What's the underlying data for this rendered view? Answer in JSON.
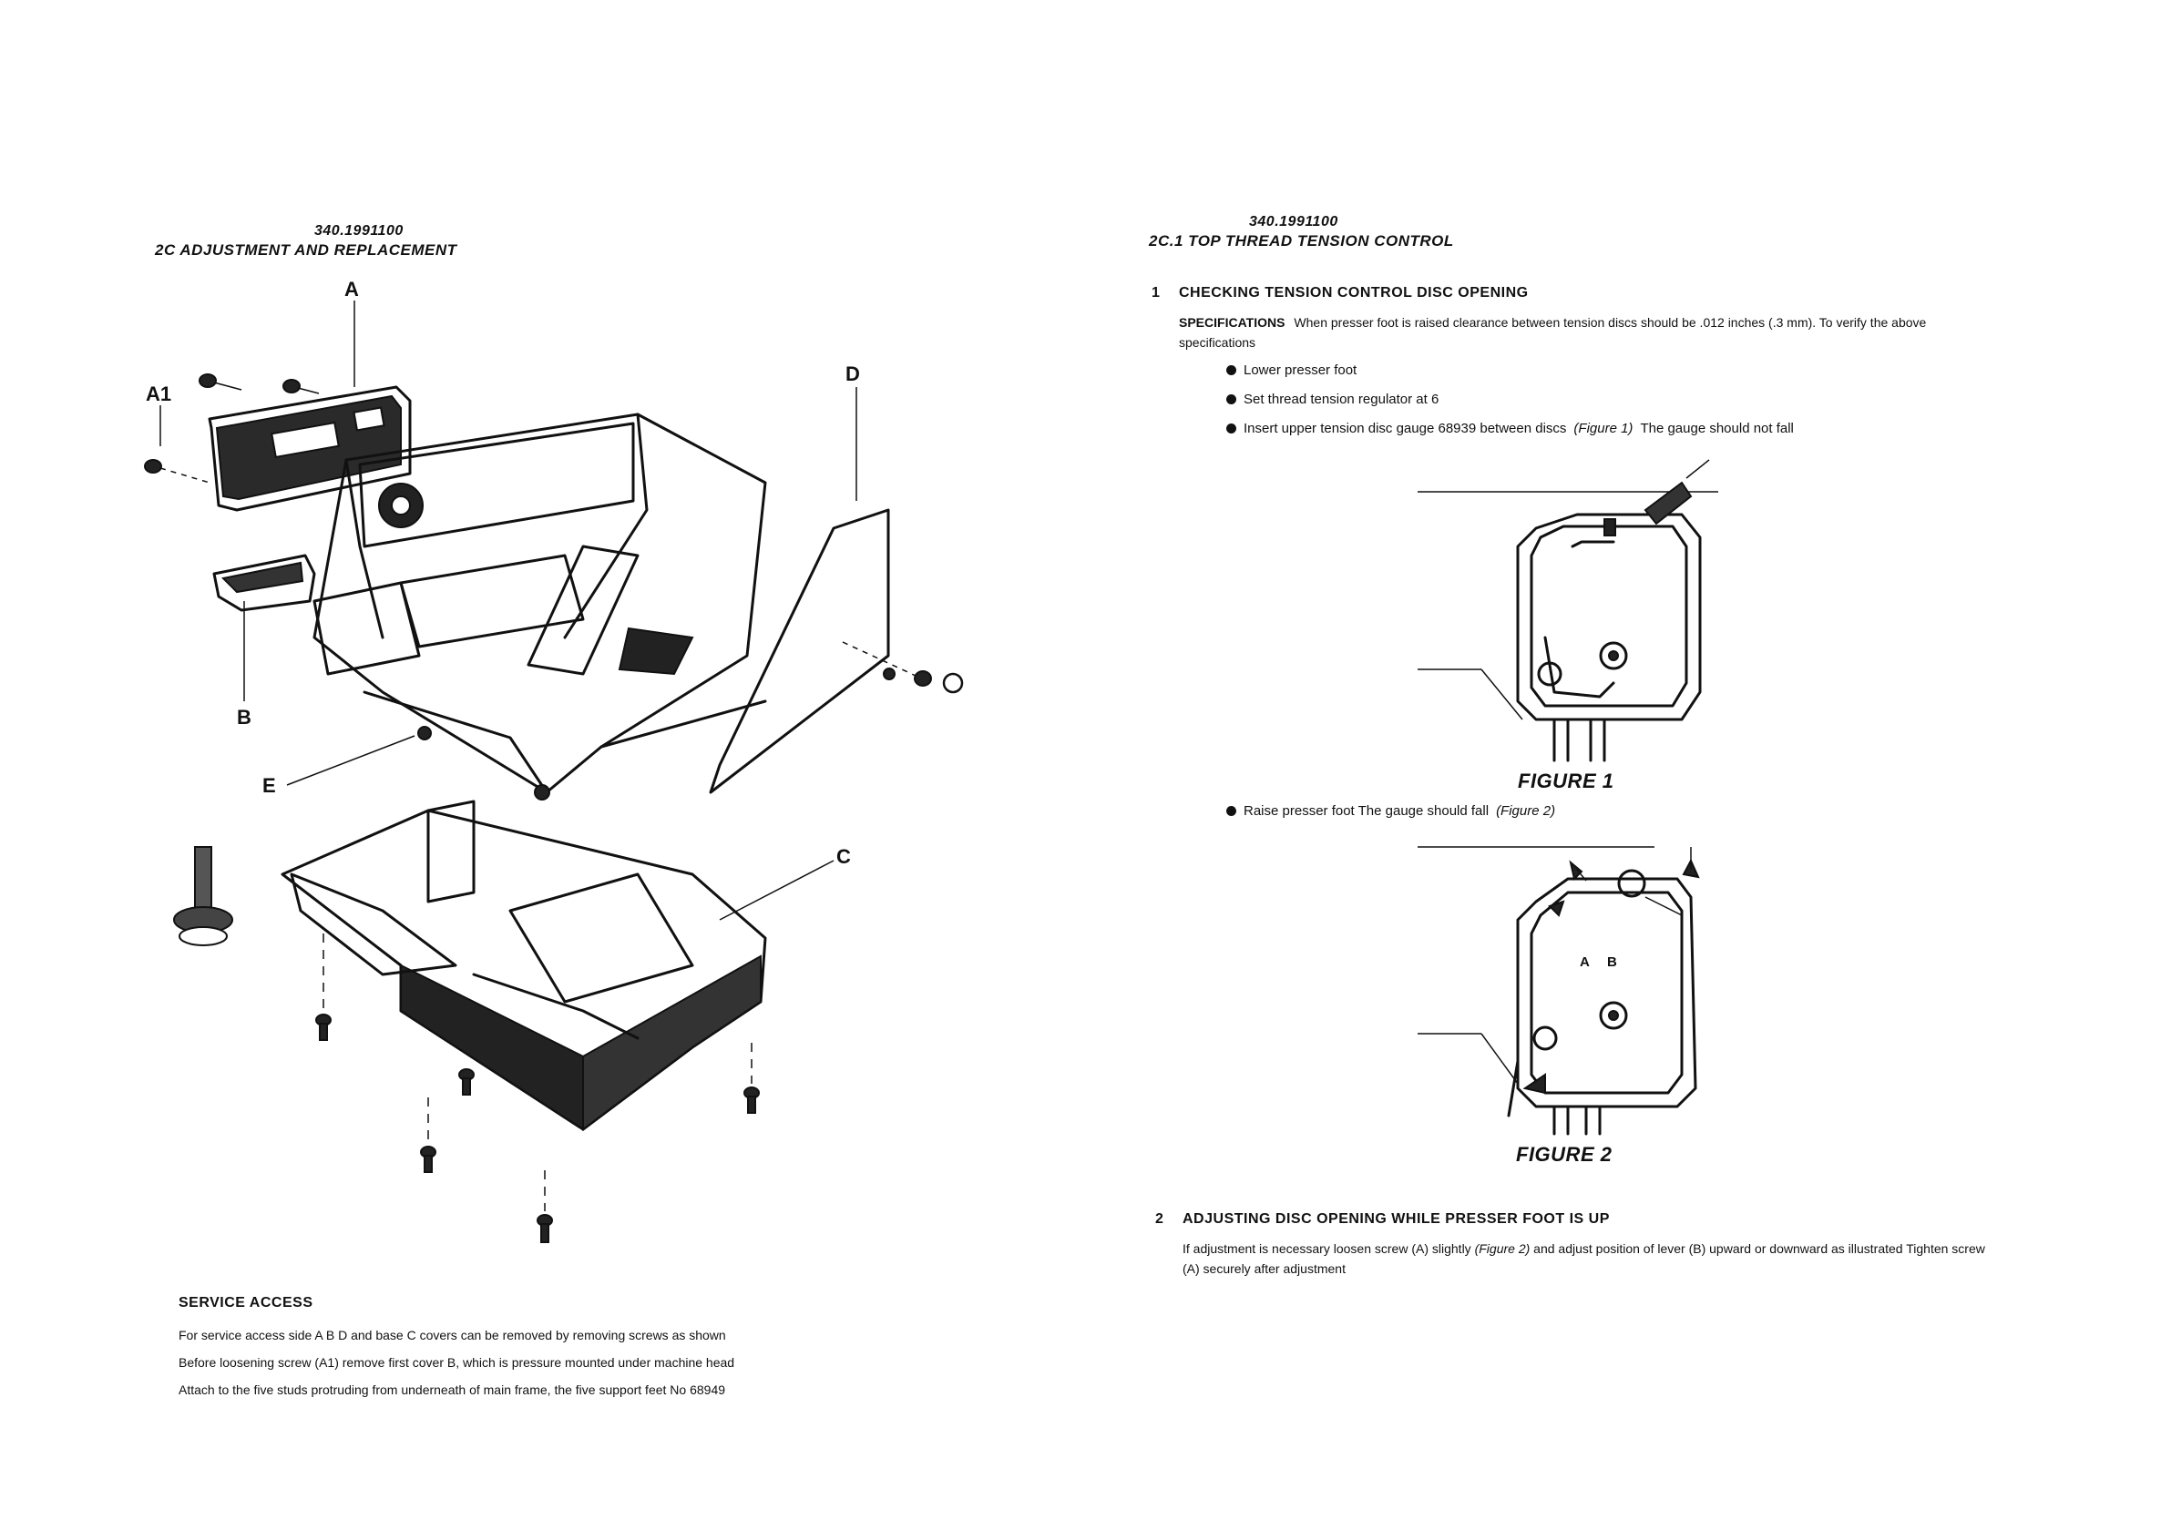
{
  "left": {
    "doc_number": "340.1991100",
    "section_title": "2C ADJUSTMENT AND REPLACEMENT",
    "callouts": {
      "A": "A",
      "A1": "A1",
      "B": "B",
      "C": "C",
      "D": "D",
      "E": "E"
    },
    "service_access": {
      "heading": "SERVICE ACCESS",
      "lines": [
        "For service access side A B D and base C covers can be removed by removing screws as shown",
        "Before loosening screw (A1) remove first cover B, which is pressure mounted under machine head",
        "Attach to the five studs protruding from underneath of main frame, the five support feet No 68949"
      ]
    }
  },
  "right": {
    "doc_number": "340.1991100",
    "section_title": "2C.1 TOP THREAD TENSION CONTROL",
    "step1": {
      "number": "1",
      "title": "CHECKING TENSION CONTROL DISC OPENING",
      "spec_label": "SPECIFICATIONS",
      "spec_text": "When presser foot is raised clearance between tension discs should be .012 inches (.3 mm). To verify the above specifications",
      "bullets": [
        {
          "text": "Lower presser foot",
          "ref": ""
        },
        {
          "text": "Set thread tension regulator at 6",
          "ref": ""
        },
        {
          "text": "Insert upper tension disc gauge 68939 between discs",
          "ref": "(Figure 1)",
          "after": "The gauge should not fall"
        }
      ],
      "figure1_caption": "FIGURE 1",
      "bullet_after": {
        "text": "Raise presser foot  The gauge should fall",
        "ref": "(Figure 2)"
      },
      "figure2_labels": {
        "a": "A",
        "b": "B"
      },
      "figure2_caption": "FIGURE 2"
    },
    "step2": {
      "number": "2",
      "title": "ADJUSTING DISC OPENING WHILE PRESSER FOOT IS UP",
      "text_before": "If adjustment is necessary loosen screw (A) slightly",
      "ref": "(Figure 2)",
      "text_after": "and adjust position of lever (B) upward or downward as illustrated  Tighten screw (A) securely after adjustment"
    }
  }
}
